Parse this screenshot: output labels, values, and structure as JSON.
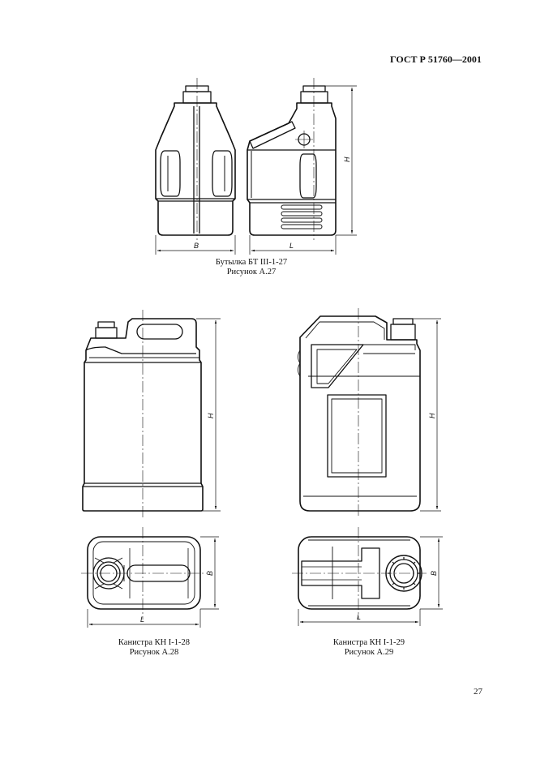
{
  "header": {
    "standard": "ГОСТ Р 51760—2001"
  },
  "figures": [
    {
      "id": "a27",
      "name": "Бутылка БТ III-1-27",
      "number": "Рисунок А.27",
      "dims": {
        "width": "B",
        "length": "L",
        "height": "H"
      }
    },
    {
      "id": "a28",
      "name": "Канистра КН I-1-28",
      "number": "Рисунок А.28",
      "dims": {
        "width": "B",
        "length": "L",
        "height": "H"
      }
    },
    {
      "id": "a29",
      "name": "Канистра КН I-1-29",
      "number": "Рисунок А.29",
      "dims": {
        "width": "B",
        "length": "L",
        "height": "H"
      }
    }
  ],
  "page_number": "27"
}
